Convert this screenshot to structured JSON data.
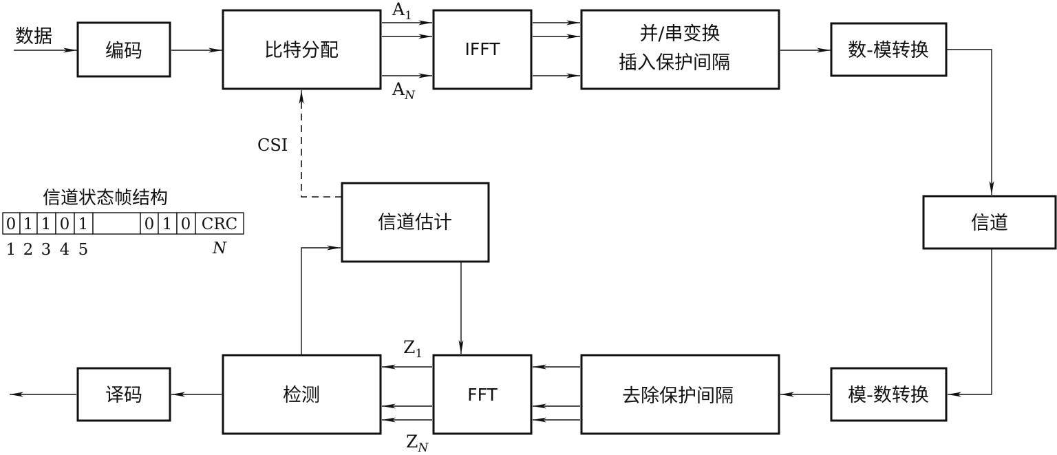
{
  "input_label": "数据",
  "blocks": {
    "encode": "编码",
    "bit_alloc": "比特分配",
    "ifft": "IFFT",
    "ps_line1": "并/串变换",
    "ps_line2": "插入保护间隔",
    "dac": "数-模转换",
    "channel": "信道",
    "adc": "模-数转换",
    "remove_gi": "去除保护间隔",
    "fft": "FFT",
    "detect": "检测",
    "decode": "译码",
    "chan_est": "信道估计"
  },
  "labels": {
    "a_base": "A",
    "a_first_sub": "1",
    "a_last_sub": "N",
    "z_base": "Z",
    "z_first_sub": "1",
    "z_last_sub": "N",
    "csi": "CSI"
  },
  "frame": {
    "title": "信道状态帧结构",
    "bits_head": [
      "0",
      "1",
      "1",
      "0",
      "1"
    ],
    "bits_tail": [
      "0",
      "1",
      "0"
    ],
    "crc": "CRC",
    "indices": [
      "1",
      "2",
      "3",
      "4",
      "5"
    ],
    "last_index": "N"
  }
}
